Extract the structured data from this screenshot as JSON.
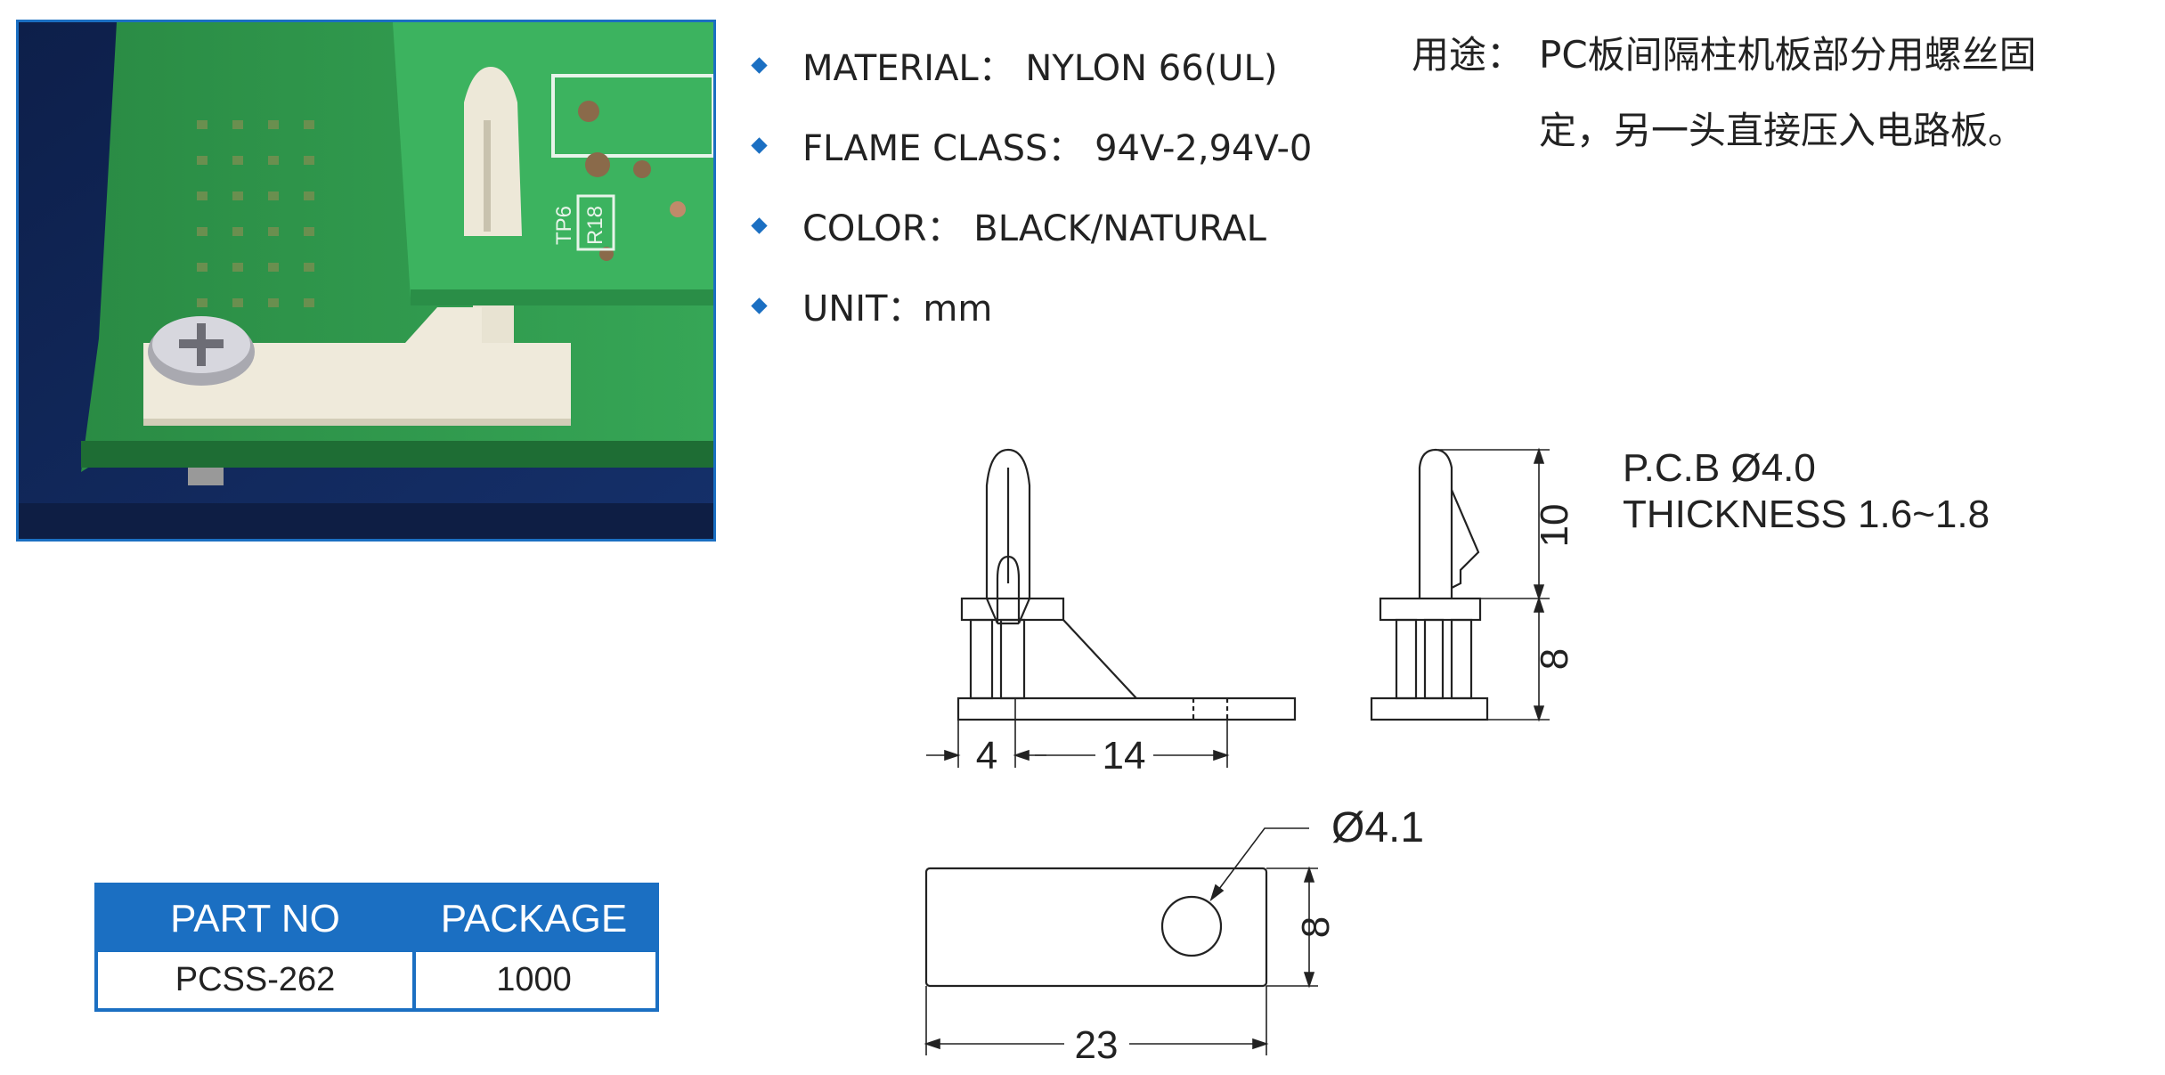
{
  "specs": [
    {
      "label": "MATERIAL： NYLON 66(UL)"
    },
    {
      "label": "FLAME CLASS： 94V-2,94V-0"
    },
    {
      "label": "COLOR： BLACK/NATURAL"
    },
    {
      "label": "UNIT：mm"
    }
  ],
  "usage": {
    "label": "用途：",
    "line1": "PC板间隔柱机板部分用螺丝固",
    "line2": "定，另一头直接压入电路板。"
  },
  "table": {
    "headers": [
      "PART NO",
      "PACKAGE"
    ],
    "row": [
      "PCSS-262",
      "1000"
    ]
  },
  "drawing": {
    "pcb_label": "P.C.B  Ø4.0",
    "thickness_label": "THICKNESS  1.6~1.8",
    "dim_10": "10",
    "dim_8_side": "8",
    "dim_4": "4",
    "dim_14": "14",
    "dim_hole": "Ø4.1",
    "dim_8_bottom": "8",
    "dim_23": "23"
  },
  "photo": {
    "pcb_labels": [
      "TP6",
      "R18"
    ]
  },
  "colors": {
    "accent": "#1b6fc2",
    "pcb_green": "#2f9a4a"
  }
}
